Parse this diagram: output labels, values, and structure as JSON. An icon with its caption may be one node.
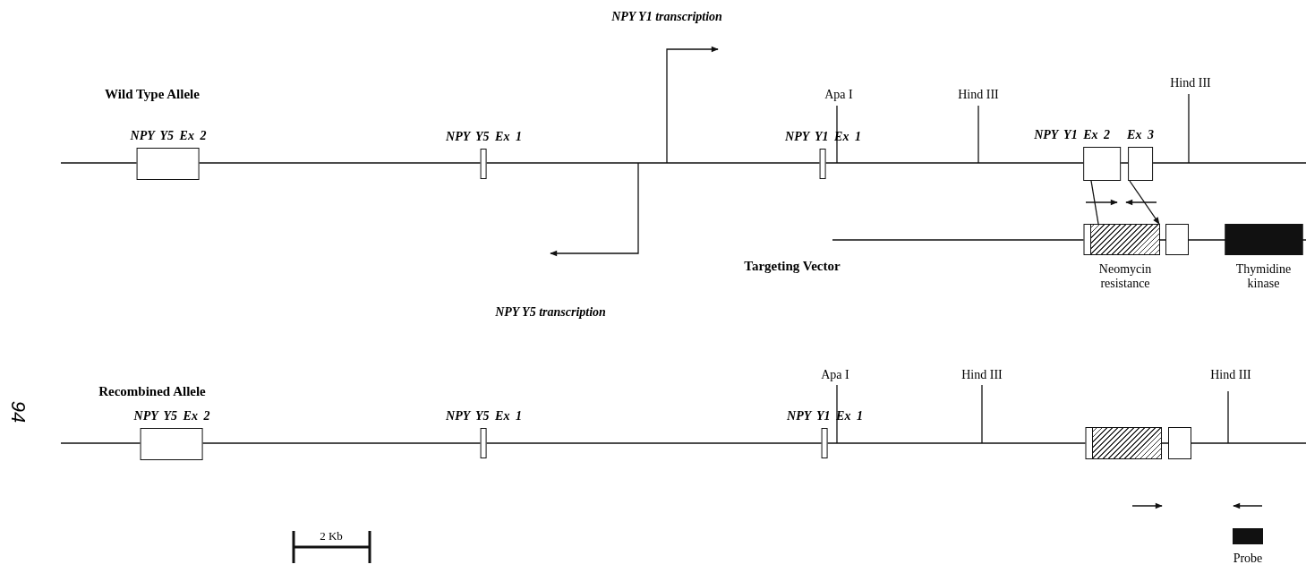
{
  "diagram": {
    "nodes": [
      {
        "text": [
          "NPY Y5 Ex 2"
        ]
      },
      {
        "text": [
          "NPY Y5 Ex 1"
        ]
      },
      {
        "text": [
          "NPY Y1 Ex 1"
        ]
      },
      {
        "text": [
          "NPY Y1 Ex 2"
        ]
      },
      {
        "text": [
          "Ex 3"
        ]
      },
      {
        "text": [],
        "shape": "box"
      },
      {
        "text": [
          "Neomycin resistance"
        ]
      },
      {
        "text": [],
        "shape": "box"
      },
      {
        "text": [
          "Thymidine kinase"
        ]
      },
      {
        "text": [
          "NPY Y5 Ex 2"
        ]
      },
      {
        "text": [
          "NPY Y5 Ex 1"
        ]
      },
      {
        "text": [
          "NPY Y1 Ex 1"
        ]
      },
      {
        "text": [],
        "shape": "box"
      },
      {
        "text": [],
        "shape": "box"
      },
      {
        "text": [],
        "shape": "box"
      },
      {
        "text": [
          "Probe"
        ]
      }
    ],
    "edges": [
      {
        "from": 3,
        "to": 6,
        "arrow": "none"
      },
      {
        "from": 4,
        "to": 6,
        "arrow": "to"
      }
    ],
    "labels": [
      "NPY Y1 transcription",
      "Wild Type Allele",
      "Apa I",
      "Hind III",
      "Hind III",
      "Targeting Vector",
      "NPY Y5 transcription",
      "94",
      "Recombined Allele",
      "Apa I",
      "Hind III",
      "Hind III",
      "2 Kb"
    ]
  }
}
